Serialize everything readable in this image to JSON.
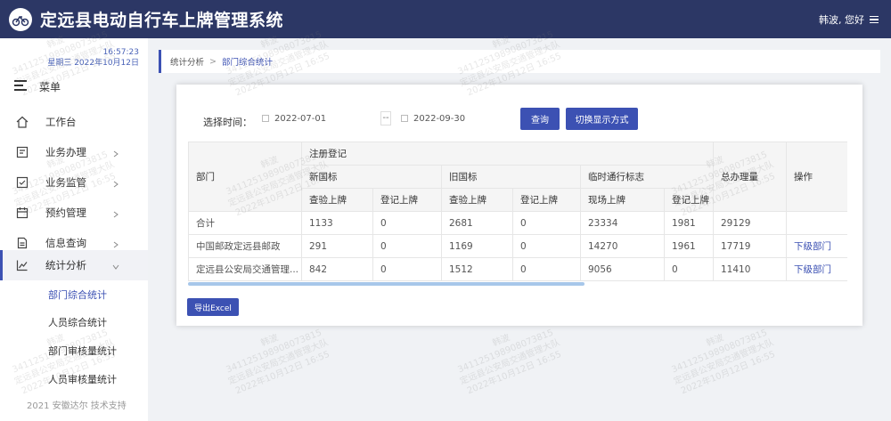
{
  "header": {
    "title": "定远县电动自行车上牌管理系统",
    "user": "韩波, 您好",
    "menu_icon": "hamburger-icon",
    "logo_icon": "bicycle-logo-icon"
  },
  "sidebar": {
    "clock_time": "16:57:23",
    "clock_date": "星期三 2022年10月12日",
    "menu_title": "菜单",
    "items": [
      {
        "label": "工作台",
        "icon": "home-icon"
      },
      {
        "label": "业务办理",
        "icon": "form-icon"
      },
      {
        "label": "业务监管",
        "icon": "supervise-icon"
      },
      {
        "label": "预约管理",
        "icon": "calendar-icon"
      },
      {
        "label": "信息查询",
        "icon": "document-icon"
      },
      {
        "label": "统计分析",
        "icon": "chart-icon"
      }
    ],
    "sub_items": [
      {
        "label": "部门综合统计"
      },
      {
        "label": "人员综合统计"
      },
      {
        "label": "部门审核量统计"
      },
      {
        "label": "人员审核量统计"
      }
    ],
    "footer": "2021 安徽达尔 技术支持"
  },
  "breadcrumb": {
    "parent": "统计分析",
    "current": "部门综合统计"
  },
  "filters": {
    "label": "选择时间：",
    "start_date": "2022-07-01",
    "range_separator": "--",
    "end_date": "2022-09-30",
    "query_button": "查询",
    "switch_button": "切换显示方式"
  },
  "table": {
    "dept_header": "部门",
    "group_header": "注册登记",
    "sub_groups": [
      "新国标",
      "旧国标",
      "临时通行标志"
    ],
    "col_headers": [
      "查验上牌",
      "登记上牌",
      "查验上牌",
      "登记上牌",
      "现场上牌",
      "登记上牌"
    ],
    "total_header": "总办理量",
    "action_header": "操作",
    "rows": [
      {
        "dept": "合计",
        "cells": [
          "1133",
          "0",
          "2681",
          "0",
          "23334",
          "1981"
        ],
        "total": "29129",
        "action": ""
      },
      {
        "dept": "中国邮政定远县邮政",
        "cells": [
          "291",
          "0",
          "1169",
          "0",
          "14270",
          "1961"
        ],
        "total": "17719",
        "action": "下级部门"
      },
      {
        "dept": "定远县公安局交通管理...",
        "cells": [
          "842",
          "0",
          "1512",
          "0",
          "9056",
          "0"
        ],
        "total": "11410",
        "action": "下级部门"
      }
    ]
  },
  "export_button": "导出Excel",
  "watermark": {
    "name": "韩波",
    "id": "341125198908073815",
    "org": "定远县公安局交通管理大队",
    "date": "2022年10月12日 16:55"
  }
}
